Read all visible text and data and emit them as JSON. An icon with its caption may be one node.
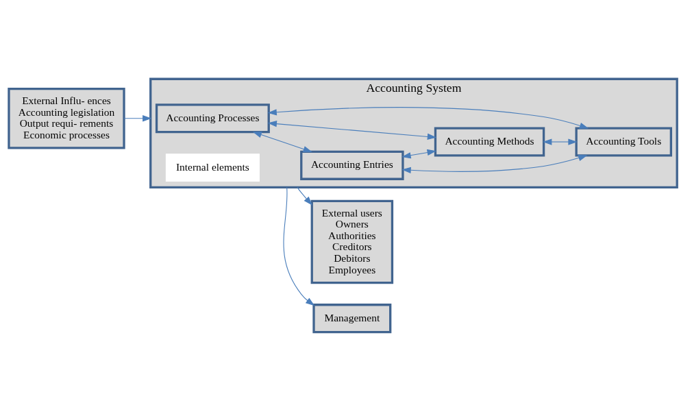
{
  "diagram": {
    "nodes": [
      {
        "text": [
          "External Influ- ences",
          "Accounting legislation",
          "Output requi- rements",
          "Economic processes"
        ]
      },
      {
        "text": [
          "Accounting System"
        ]
      },
      {
        "text": [
          "Accounting Processes"
        ],
        "in": 1
      },
      {
        "text": [
          "Accounting Entries"
        ],
        "in": 1
      },
      {
        "text": [
          "Accounting Methods"
        ],
        "in": 1
      },
      {
        "text": [
          "Accounting Tools"
        ],
        "in": 1
      },
      {
        "text": [
          "Internal elements"
        ],
        "in": 1
      },
      {
        "text": [
          "External users",
          "Owners",
          "Authorities",
          "Creditors",
          "Debitors",
          "Employees"
        ]
      },
      {
        "text": [
          "Management"
        ]
      }
    ],
    "edges": [
      {
        "from": 0,
        "to": 1,
        "arrow": "to"
      },
      {
        "from": 1,
        "to": 7,
        "arrow": "to"
      },
      {
        "from": 1,
        "to": 8,
        "arrow": "to"
      },
      {
        "from": 2,
        "to": 3,
        "arrow": "both"
      },
      {
        "from": 2,
        "to": 4,
        "arrow": "both"
      },
      {
        "from": 3,
        "to": 5,
        "arrow": "both"
      },
      {
        "from": 2,
        "to": 5,
        "arrow": "both"
      },
      {
        "from": 3,
        "to": 4,
        "arrow": "both"
      },
      {
        "from": 4,
        "to": 5,
        "arrow": "both"
      }
    ]
  }
}
